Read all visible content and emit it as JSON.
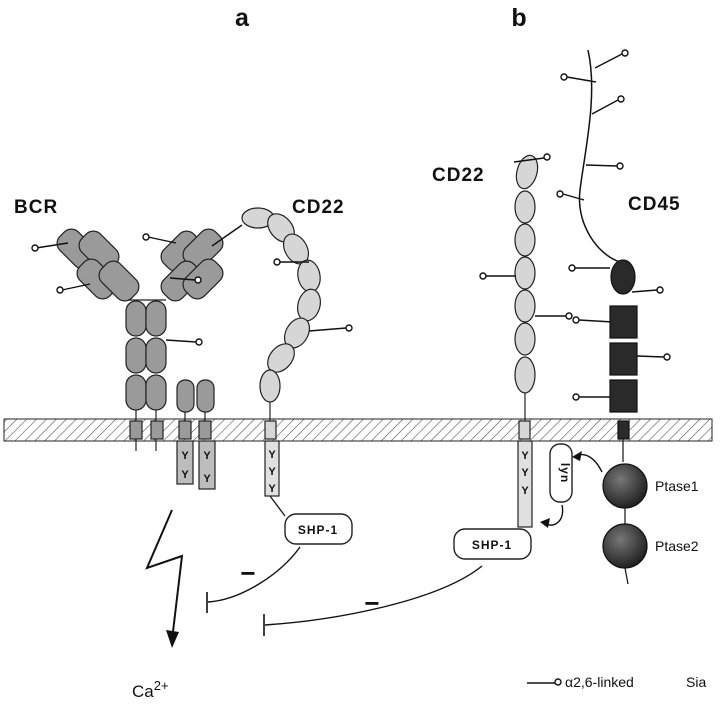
{
  "panels": {
    "a": "a",
    "b": "b"
  },
  "labels": {
    "bcr": "BCR",
    "cd22_a": "CD22",
    "cd22_b": "CD22",
    "cd45": "CD45",
    "ptase1": "Ptase1",
    "ptase2": "Ptase2",
    "lyn": "lyn",
    "shp1_a": "SHP-1",
    "shp1_b": "SHP-1",
    "inhibit_a": "−",
    "inhibit_b": "−",
    "tyrosine": "Y",
    "ca": "Ca",
    "ca_sup": "2+"
  },
  "legend": {
    "text": "α2,6-linked",
    "sia": "Sia"
  },
  "colors": {
    "ig_domain_dark": "#9a9a9a",
    "ig_domain_light": "#d6d6d6",
    "cd45_domain": "#2a2a2a",
    "ptase_domain": "#3a3a3a",
    "membrane_hatch": "#555555"
  }
}
